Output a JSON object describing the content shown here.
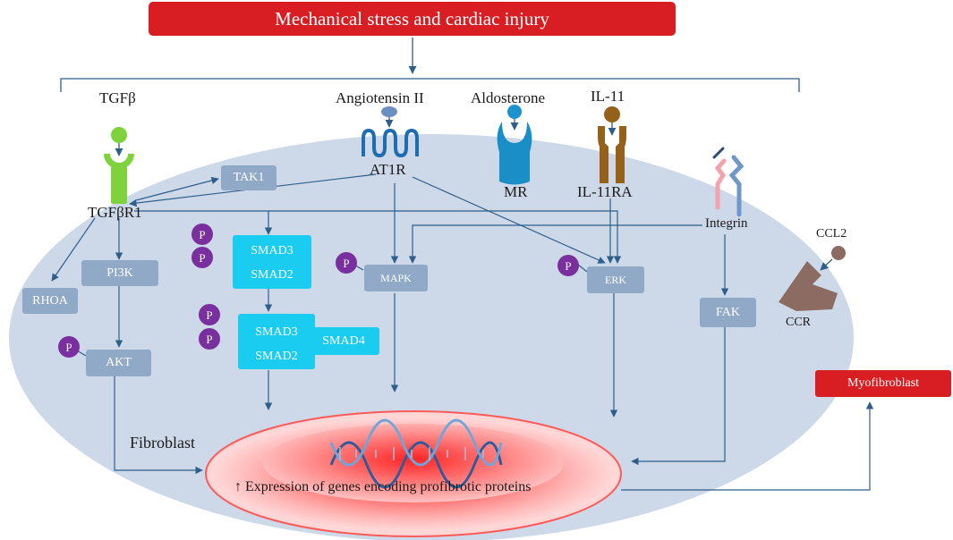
{
  "title": "Mechanical stress and cardiac injury",
  "ligands": {
    "tgfb": "TGFβ",
    "angiotensin": "Angiotensin II",
    "aldosterone": "Aldosterone",
    "il11": "IL-11",
    "ccl2": "CCL2"
  },
  "receptors": {
    "tgfbr1": "TGFβR1",
    "at1r": "AT1R",
    "mr": "MR",
    "il11ra": "IL-11RA",
    "integrin": "Integrin",
    "ccr": "CCR"
  },
  "nodes": {
    "tak1": "TAK1",
    "pi3k": "PI3K",
    "rhoa": "RHOA",
    "akt": "AKT",
    "mapk": "MAPK",
    "erk": "ERK",
    "fak": "FAK",
    "smad3": "SMAD3",
    "smad2": "SMAD2",
    "smad4": "SMAD4"
  },
  "phospho": "P",
  "cell_label": "Fibroblast",
  "nucleus_text": "↑ Expression of genes encoding profibrotic proteins",
  "outcome": "Myofibroblast",
  "colors": {
    "banner_red": "#d81e22",
    "cell_fill": "#cdd9e8",
    "box_blue": "#8fa9c6",
    "smad_cyan": "#19ccf0",
    "phospho_purple": "#7a2f9e",
    "arrow": "#2e5f8a",
    "tgfb_green": "#7ed23b",
    "receptor_blue": "#1f7fb8",
    "il11_brown": "#94601a",
    "ccr_brown": "#8b6b62",
    "integrin_pink": "#f2a3ad",
    "integrin_blue": "#6f97c9"
  },
  "icons": [
    "tgfb-receptor-icon",
    "gpcr-icon",
    "mr-receptor-icon",
    "il11-receptor-icon",
    "integrin-icon",
    "ccr-receptor-icon",
    "dna-icon"
  ]
}
